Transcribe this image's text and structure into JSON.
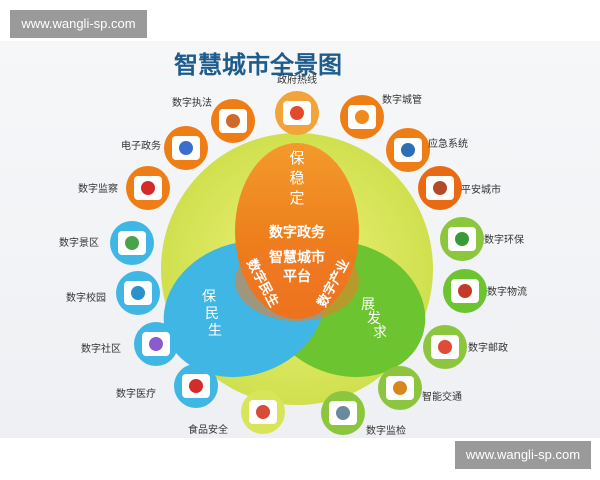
{
  "watermark_top": "www.wangli-sp.com",
  "watermark_bottom": "www.wangli-sp.com",
  "title": "智慧城市全景图",
  "center": {
    "line1": "智慧城市",
    "line2": "平台"
  },
  "ring": {
    "top": "数字政务",
    "left": "数字民生",
    "right": "数字产业"
  },
  "petals": {
    "orange": [
      "保",
      "稳",
      "定"
    ],
    "blue": [
      "保",
      "民",
      "生"
    ],
    "green": [
      "求",
      "发",
      "展"
    ]
  },
  "nodes": [
    {
      "label": "政府热线",
      "icon": "person-icon"
    },
    {
      "label": "数字城管",
      "icon": "traffic-cone-icon"
    },
    {
      "label": "应急系统",
      "icon": "police-car-icon"
    },
    {
      "label": "平安城市",
      "icon": "city-icon"
    },
    {
      "label": "数字环保",
      "icon": "nature-icon"
    },
    {
      "label": "数字物流",
      "icon": "truck-icon"
    },
    {
      "label": "数字邮政",
      "icon": "mailbox-icon"
    },
    {
      "label": "智能交通",
      "icon": "traffic-sign-icon"
    },
    {
      "label": "数字监检",
      "icon": "inspection-icon"
    },
    {
      "label": "食品安全",
      "icon": "food-icon"
    },
    {
      "label": "数字医疗",
      "icon": "first-aid-icon"
    },
    {
      "label": "数字社区",
      "icon": "community-icon"
    },
    {
      "label": "数字校园",
      "icon": "campus-icon"
    },
    {
      "label": "数字景区",
      "icon": "map-icon"
    },
    {
      "label": "数字监察",
      "icon": "target-icon"
    },
    {
      "label": "电子政务",
      "icon": "magnifier-icon"
    },
    {
      "label": "数字执法",
      "icon": "officer-icon"
    }
  ],
  "colors": {
    "orange": "#ef7d16",
    "blue": "#3fb6e3",
    "green": "#6cc430",
    "ring": "#d8e55a",
    "title": "#1d5c8c"
  }
}
